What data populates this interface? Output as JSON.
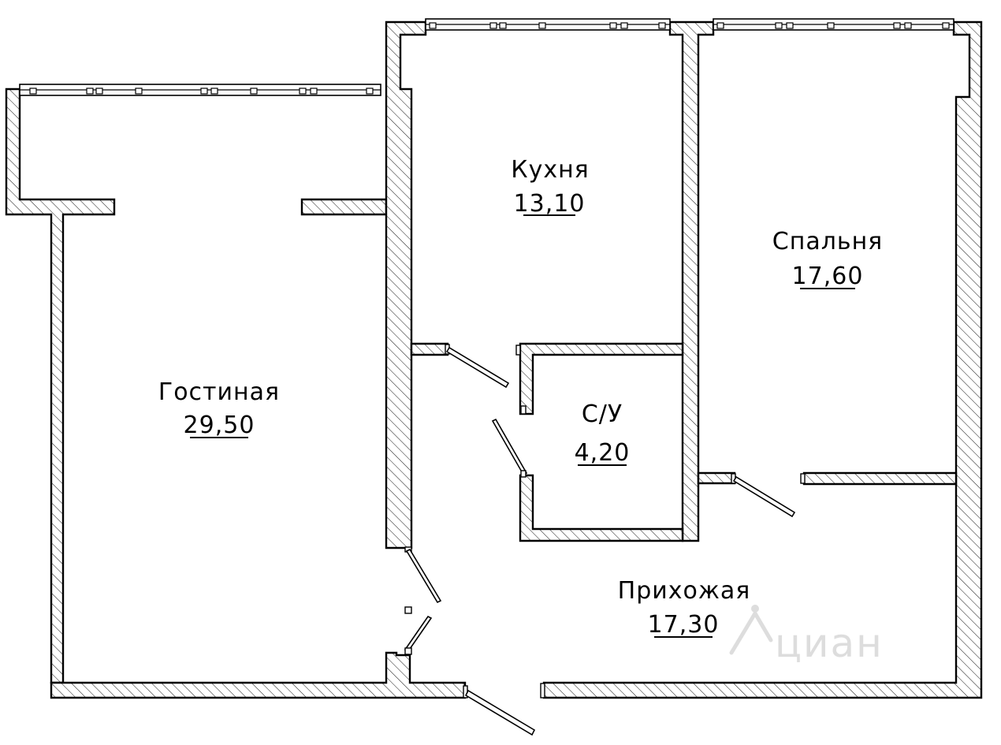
{
  "rooms": {
    "kitchen": {
      "name": "Кухня",
      "area": "13,10"
    },
    "bedroom": {
      "name": "Спальня",
      "area": "17,60"
    },
    "living": {
      "name": "Гостиная",
      "area": "29,50"
    },
    "bathroom": {
      "name": "С/У",
      "area": "4,20"
    },
    "hallway": {
      "name": "Прихожая",
      "area": "17,30"
    }
  },
  "watermark": {
    "text": "циан",
    "icon": "cian-house-logo-icon"
  },
  "colors": {
    "line": "#000000",
    "background": "#ffffff",
    "watermark": "#dddddd"
  }
}
